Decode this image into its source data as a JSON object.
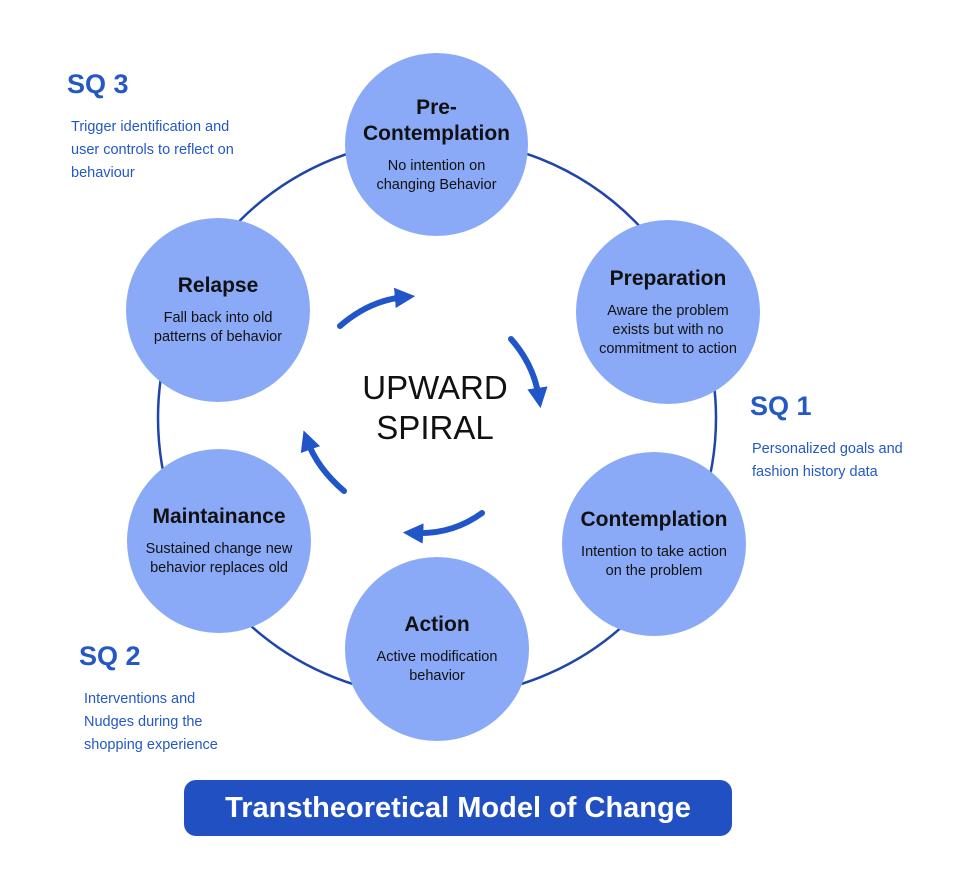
{
  "colors": {
    "circle_fill": "#8aaaf7",
    "ring_stroke": "#1f45a8",
    "arrow": "#2156c9",
    "accent_text": "#2458c6",
    "banner_bg": "#2050c2",
    "banner_text": "#ffffff"
  },
  "center": {
    "line1": "UPWARD",
    "line2": "SPIRAL"
  },
  "stages": [
    {
      "id": "pre-contemplation",
      "title": "Pre-\nContemplation",
      "description": "No intention on changing Behavior"
    },
    {
      "id": "preparation",
      "title": "Preparation",
      "description": "Aware the problem exists but with no commitment to action"
    },
    {
      "id": "contemplation",
      "title": "Contemplation",
      "description": "Intention to take action on the problem"
    },
    {
      "id": "action",
      "title": "Action",
      "description": "Active modification behavior"
    },
    {
      "id": "maintainance",
      "title": "Maintainance",
      "description": "Sustained change new behavior replaces old"
    },
    {
      "id": "relapse",
      "title": "Relapse",
      "description": "Fall back into old patterns of behavior"
    }
  ],
  "research_questions": [
    {
      "label": "SQ 3",
      "description": "Trigger identification and user controls to reflect on behaviour"
    },
    {
      "label": "SQ 1",
      "description": "Personalized goals and fashion history data"
    },
    {
      "label": "SQ 2",
      "description": "Interventions and Nudges during the shopping experience"
    }
  ],
  "arrows": [
    {
      "name": "arrow-relapse-to-pre-contemplation",
      "icon": "curved-arrow-icon"
    },
    {
      "name": "arrow-to-contemplation",
      "icon": "curved-arrow-icon"
    },
    {
      "name": "arrow-to-maintainance",
      "icon": "curved-arrow-icon"
    },
    {
      "name": "arrow-maintainance-to-relapse",
      "icon": "curved-arrow-icon"
    }
  ],
  "title": "Transtheoretical Model of Change"
}
